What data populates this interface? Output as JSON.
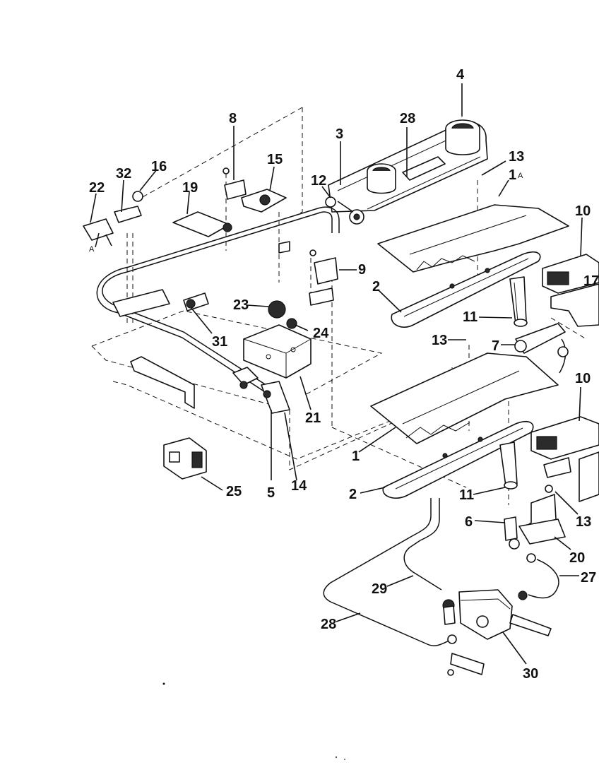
{
  "diagram": {
    "callouts": [
      {
        "id": "c4",
        "label": "4"
      },
      {
        "id": "c28-top",
        "label": "28"
      },
      {
        "id": "c8",
        "label": "8"
      },
      {
        "id": "c3",
        "label": "3"
      },
      {
        "id": "c15",
        "label": "15"
      },
      {
        "id": "c13-top",
        "label": "13"
      },
      {
        "id": "c1A",
        "label": "1",
        "suffix": "A"
      },
      {
        "id": "c32",
        "label": "32"
      },
      {
        "id": "c16",
        "label": "16"
      },
      {
        "id": "c22",
        "label": "22"
      },
      {
        "id": "c19",
        "label": "19"
      },
      {
        "id": "c12",
        "label": "12"
      },
      {
        "id": "c10-top",
        "label": "10"
      },
      {
        "id": "c9",
        "label": "9"
      },
      {
        "id": "c17",
        "label": "17"
      },
      {
        "id": "c2-top",
        "label": "2"
      },
      {
        "id": "c23",
        "label": "23"
      },
      {
        "id": "c11-top",
        "label": "11"
      },
      {
        "id": "c31",
        "label": "31"
      },
      {
        "id": "c24",
        "label": "24"
      },
      {
        "id": "c13-mid",
        "label": "13"
      },
      {
        "id": "c7",
        "label": "7"
      },
      {
        "id": "c10-mid",
        "label": "10"
      },
      {
        "id": "c21",
        "label": "21"
      },
      {
        "id": "c1",
        "label": "1"
      },
      {
        "id": "c25",
        "label": "25"
      },
      {
        "id": "c5",
        "label": "5"
      },
      {
        "id": "c14",
        "label": "14"
      },
      {
        "id": "c2-bot",
        "label": "2"
      },
      {
        "id": "c11-bot",
        "label": "11"
      },
      {
        "id": "c6",
        "label": "6"
      },
      {
        "id": "c13-bot",
        "label": "13"
      },
      {
        "id": "c20",
        "label": "20"
      },
      {
        "id": "c27",
        "label": "27"
      },
      {
        "id": "c29",
        "label": "29"
      },
      {
        "id": "c28-bot",
        "label": "28"
      },
      {
        "id": "c30",
        "label": "30"
      }
    ],
    "marks": {
      "a_left": "A",
      "a_small": "A"
    }
  }
}
